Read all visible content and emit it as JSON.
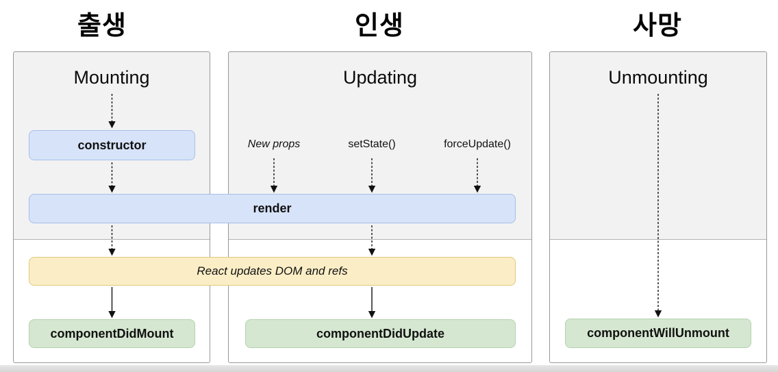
{
  "stage_titles": {
    "birth": "출생",
    "life": "인생",
    "death": "사망"
  },
  "panels": [
    {
      "heading": "Mounting"
    },
    {
      "heading": "Updating"
    },
    {
      "heading": "Unmounting"
    }
  ],
  "triggers": [
    {
      "label": "New props"
    },
    {
      "label": "setState()"
    },
    {
      "label": "forceUpdate()"
    }
  ],
  "boxes": {
    "constructor": {
      "label": "constructor"
    },
    "render": {
      "label": "render"
    },
    "react_updates": {
      "label": "React updates DOM and refs"
    },
    "component_did_mount": {
      "label": "componentDidMount"
    },
    "component_did_update": {
      "label": "componentDidUpdate"
    },
    "component_will_unmount": {
      "label": "componentWillUnmount"
    }
  },
  "colors": {
    "blue_fill": "#d7e3f8",
    "blue_border": "#a6bfea",
    "yellow_fill": "#fbeec6",
    "yellow_border": "#dfc87f",
    "green_fill": "#d5e7d0",
    "green_border": "#b5d1ae",
    "panel_fill": "#f2f2f2",
    "panel_border": "#979797",
    "bottom_bar": "#d9d9d9"
  }
}
